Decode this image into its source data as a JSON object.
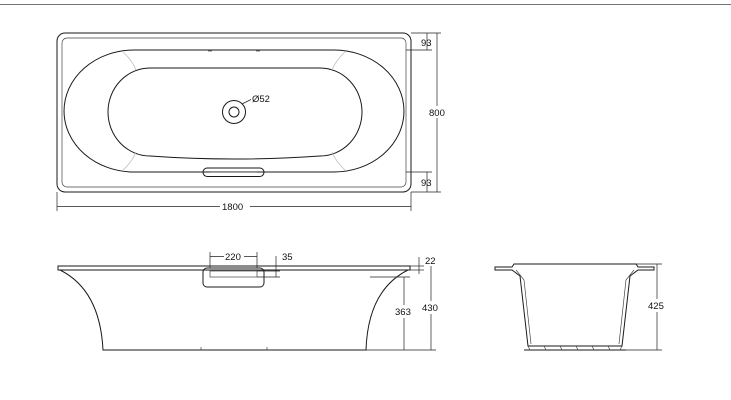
{
  "dimensions": {
    "top_rim_upper": "93",
    "top_rim_lower": "93",
    "overall_width": "800",
    "overall_length": "1800",
    "drain_diameter": "Ø52",
    "handle_width": "220",
    "handle_height": "35",
    "rim_thickness": "22",
    "front_height": "363",
    "total_height": "430",
    "end_height": "425"
  }
}
